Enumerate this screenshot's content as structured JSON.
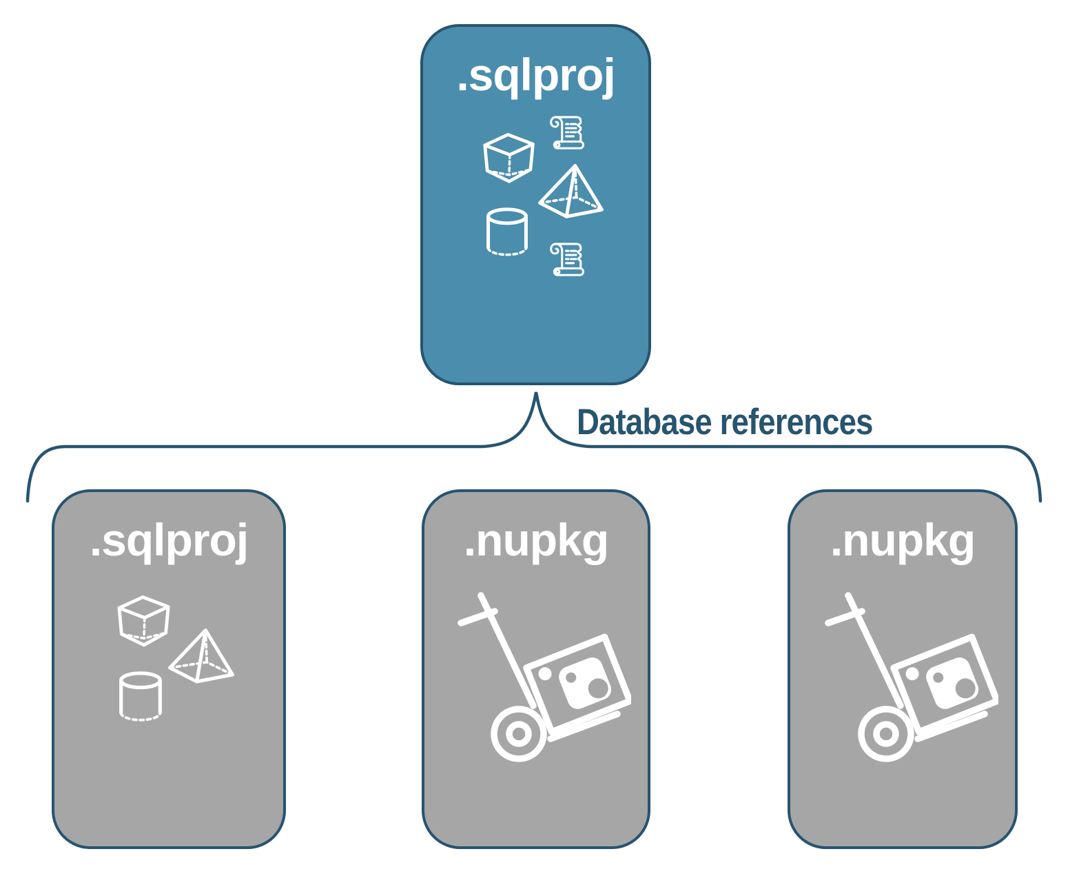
{
  "diagram": {
    "root_node": {
      "label": ".sqlproj",
      "variant": "blue",
      "icons": [
        "scroll-icon",
        "cube-icon",
        "pyramid-icon",
        "cylinder-icon",
        "scroll-icon"
      ]
    },
    "connector": {
      "label": "Database references",
      "style": "curly-brace"
    },
    "reference_nodes": [
      {
        "label": ".sqlproj",
        "variant": "gray",
        "icons": [
          "cube-icon",
          "pyramid-icon",
          "cylinder-icon"
        ]
      },
      {
        "label": ".nupkg",
        "variant": "gray",
        "icons": [
          "hand-truck-package-icon"
        ]
      },
      {
        "label": ".nupkg",
        "variant": "gray",
        "icons": [
          "hand-truck-package-icon"
        ]
      }
    ],
    "colors": {
      "accent_blue": "#4A8DAC",
      "outline_navy": "#27546F",
      "node_gray": "#A6A6A6",
      "icon_white": "#FFFFFF"
    }
  }
}
